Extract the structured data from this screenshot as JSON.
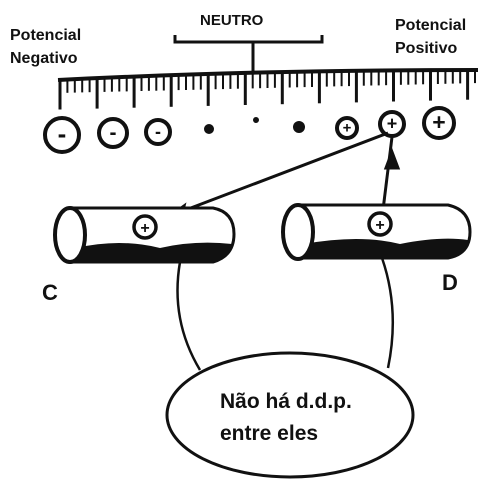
{
  "labels": {
    "negative_line1": "Potencial",
    "negative_line2": "Negativo",
    "neutral": "NEUTRO",
    "positive_line1": "Potencial",
    "positive_line2": "Positivo",
    "conductor_c": "C",
    "conductor_d": "D",
    "balloon_line1": "Não há d.d.p.",
    "balloon_line2": "entre eles"
  },
  "scale_charges": [
    "-",
    "-",
    "-",
    "",
    "",
    "",
    "+",
    "+",
    "+"
  ],
  "conductor_c_charge": "+",
  "conductor_d_charge": "+",
  "colors": {
    "ink": "#111111",
    "background": "#ffffff"
  }
}
